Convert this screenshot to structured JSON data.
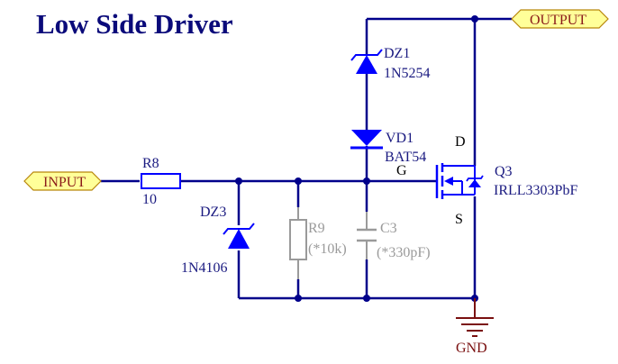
{
  "title": "Low Side Driver",
  "colors": {
    "wire": "#00008b",
    "component": "#0000ff",
    "optional": "#9a9a9a",
    "port_fill": "#ffff99",
    "port_text": "#8b1a1a",
    "ground": "#7a1010"
  },
  "ports": {
    "input": "INPUT",
    "output": "OUTPUT",
    "ground": "GND"
  },
  "components": {
    "r8": {
      "ref": "R8",
      "value": "10"
    },
    "dz3": {
      "ref": "DZ3",
      "value": "1N4106"
    },
    "r9": {
      "ref": "R9",
      "value": "(*10k)"
    },
    "c3": {
      "ref": "C3",
      "value": "(*330pF)"
    },
    "dz1": {
      "ref": "DZ1",
      "value": "1N5254"
    },
    "vd1": {
      "ref": "VD1",
      "value": "BAT54"
    },
    "q3": {
      "ref": "Q3",
      "value": "IRLL3303PbF",
      "pin_g": "G",
      "pin_d": "D",
      "pin_s": "S"
    }
  }
}
